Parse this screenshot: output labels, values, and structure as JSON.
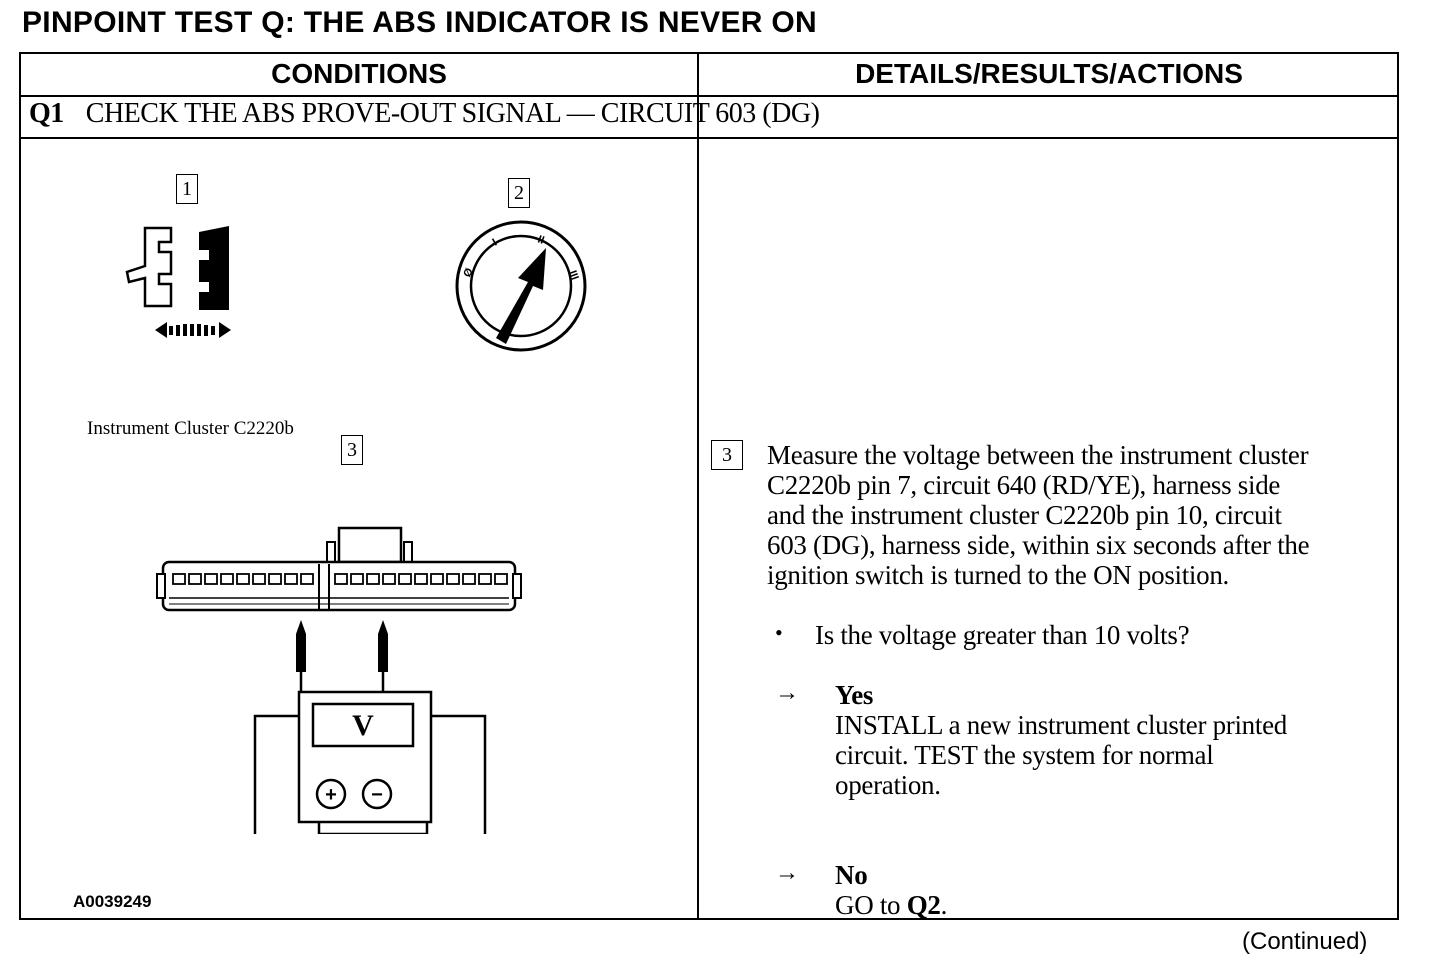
{
  "title": "PINPOINT TEST Q: THE ABS INDICATOR IS NEVER ON",
  "table": {
    "col_conditions": "CONDITIONS",
    "col_details": "DETAILS/RESULTS/ACTIONS",
    "step_id": "Q1",
    "step_title": "CHECK THE ABS PROVE-OUT SIGNAL — CIRCUIT 603 (DG)"
  },
  "figure": {
    "step1_num": "1",
    "step2_num": "2",
    "step3_num": "3",
    "connector_label": "Instrument Cluster C2220b",
    "ignition_positions": [
      "Ø",
      "I",
      "II",
      "III"
    ],
    "meter_display": "V",
    "meter_plus": "+",
    "meter_minus": "−",
    "figure_id": "A0039249"
  },
  "details": {
    "step_num": "3",
    "instruction": "Measure the voltage between the instrument cluster C2220b pin 7, circuit 640 (RD/YE), harness side and the instrument cluster C2220b pin 10, circuit 603 (DG), harness side, within six seconds after the ignition switch is turned to the ON  position.",
    "instruction_lines": [
      "Measure the voltage between the instrument cluster",
      "C2220b pin 7, circuit 640 (RD/YE), harness side",
      "and the instrument cluster C2220b pin 10, circuit",
      "603 (DG), harness side, within six seconds after the",
      "ignition switch is turned to the ON  position."
    ],
    "bullet": "•",
    "question": "Is the voltage greater than 10 volts?",
    "arrow_symbol": "→",
    "yes_label": "Yes",
    "yes_lines": [
      "INSTALL a new instrument cluster printed",
      "circuit. TEST the system for normal",
      "operation."
    ],
    "no_label": "No",
    "no_text_prefix": "GO to ",
    "no_text_target": "Q2",
    "no_text_suffix": "."
  },
  "footer": "(Continued)"
}
